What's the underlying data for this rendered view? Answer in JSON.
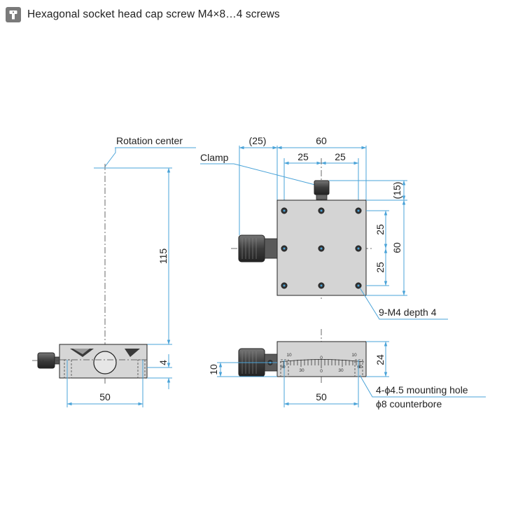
{
  "header": {
    "icon": "screw-icon",
    "title": "Hexagonal socket head cap screw M4×8…4 screws"
  },
  "labels": {
    "rotation_center": "Rotation center",
    "clamp": "Clamp",
    "dim_25_paren": "(25)",
    "dim_60_top": "60",
    "dim_25_a": "25",
    "dim_25_b": "25",
    "dim_15_paren": "(15)",
    "dim_25_v1": "25",
    "dim_25_v2": "25",
    "dim_60_right": "60",
    "screw_note": "9-M4 depth 4",
    "dim_115": "115",
    "dim_4": "4",
    "dim_50_left": "50",
    "dim_10": "10",
    "dim_24": "24",
    "dim_50_right": "50",
    "hole_note_1": "4-ϕ4.5 mounting hole",
    "hole_note_2": "ϕ8 counterbore"
  },
  "scale": {
    "tick_labels": [
      "10",
      "0",
      "10",
      "30",
      "0",
      "30",
      "60",
      "60"
    ]
  },
  "colors": {
    "dimension_line": "#4aa3d8",
    "part_fill": "#d4d4d4",
    "part_dark": "#3c3c3c",
    "icon_bg": "#7a7a7a"
  }
}
